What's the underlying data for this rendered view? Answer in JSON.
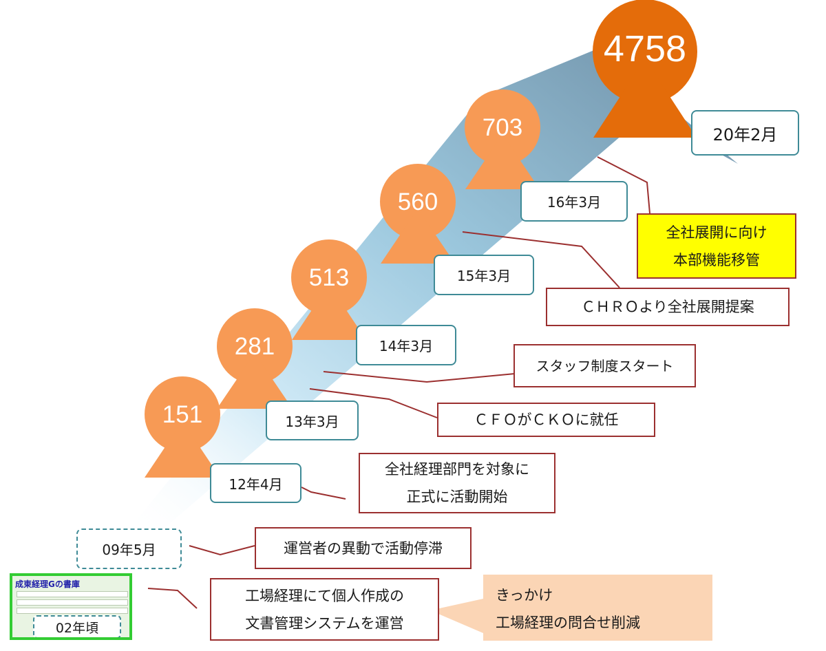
{
  "milestones": [
    {
      "count": "151",
      "date": "12年4月"
    },
    {
      "count": "281",
      "date": "13年3月"
    },
    {
      "count": "513",
      "date": "14年3月"
    },
    {
      "count": "560",
      "date": "15年3月"
    },
    {
      "count": "703",
      "date": "16年3月"
    },
    {
      "count": "4758",
      "date": "20年2月"
    }
  ],
  "early_dates": {
    "d09": "09年5月",
    "d02": "02年頃"
  },
  "events": {
    "e_chro": "ＣＨＲＯより全社展開提案",
    "e_staff": "スタッフ制度スタート",
    "e_cfo": "ＣＦＯがＣＫＯに就任",
    "e_all_line1": "全社経理部門を対象に",
    "e_all_line2": "正式に活動開始",
    "e_stop": "運営者の異動で活動停滞",
    "e_factory_line1": "工場経理にて個人作成の",
    "e_factory_line2": "文書管理システムを運営",
    "e_hq_line1": "全社展開に向け",
    "e_hq_line2": "本部機能移管"
  },
  "trigger": {
    "line1": "きっかけ",
    "line2": "工場経理の問合せ削減"
  },
  "screenshot": {
    "title": "成東経理Gの書庫"
  },
  "colors": {
    "person": "#f79a55",
    "person_big": "#e46c0a",
    "date_border": "#3e8a96",
    "event_border": "#9b2f2f",
    "highlight": "#ffff00",
    "note_bg": "#fbd5b5"
  }
}
